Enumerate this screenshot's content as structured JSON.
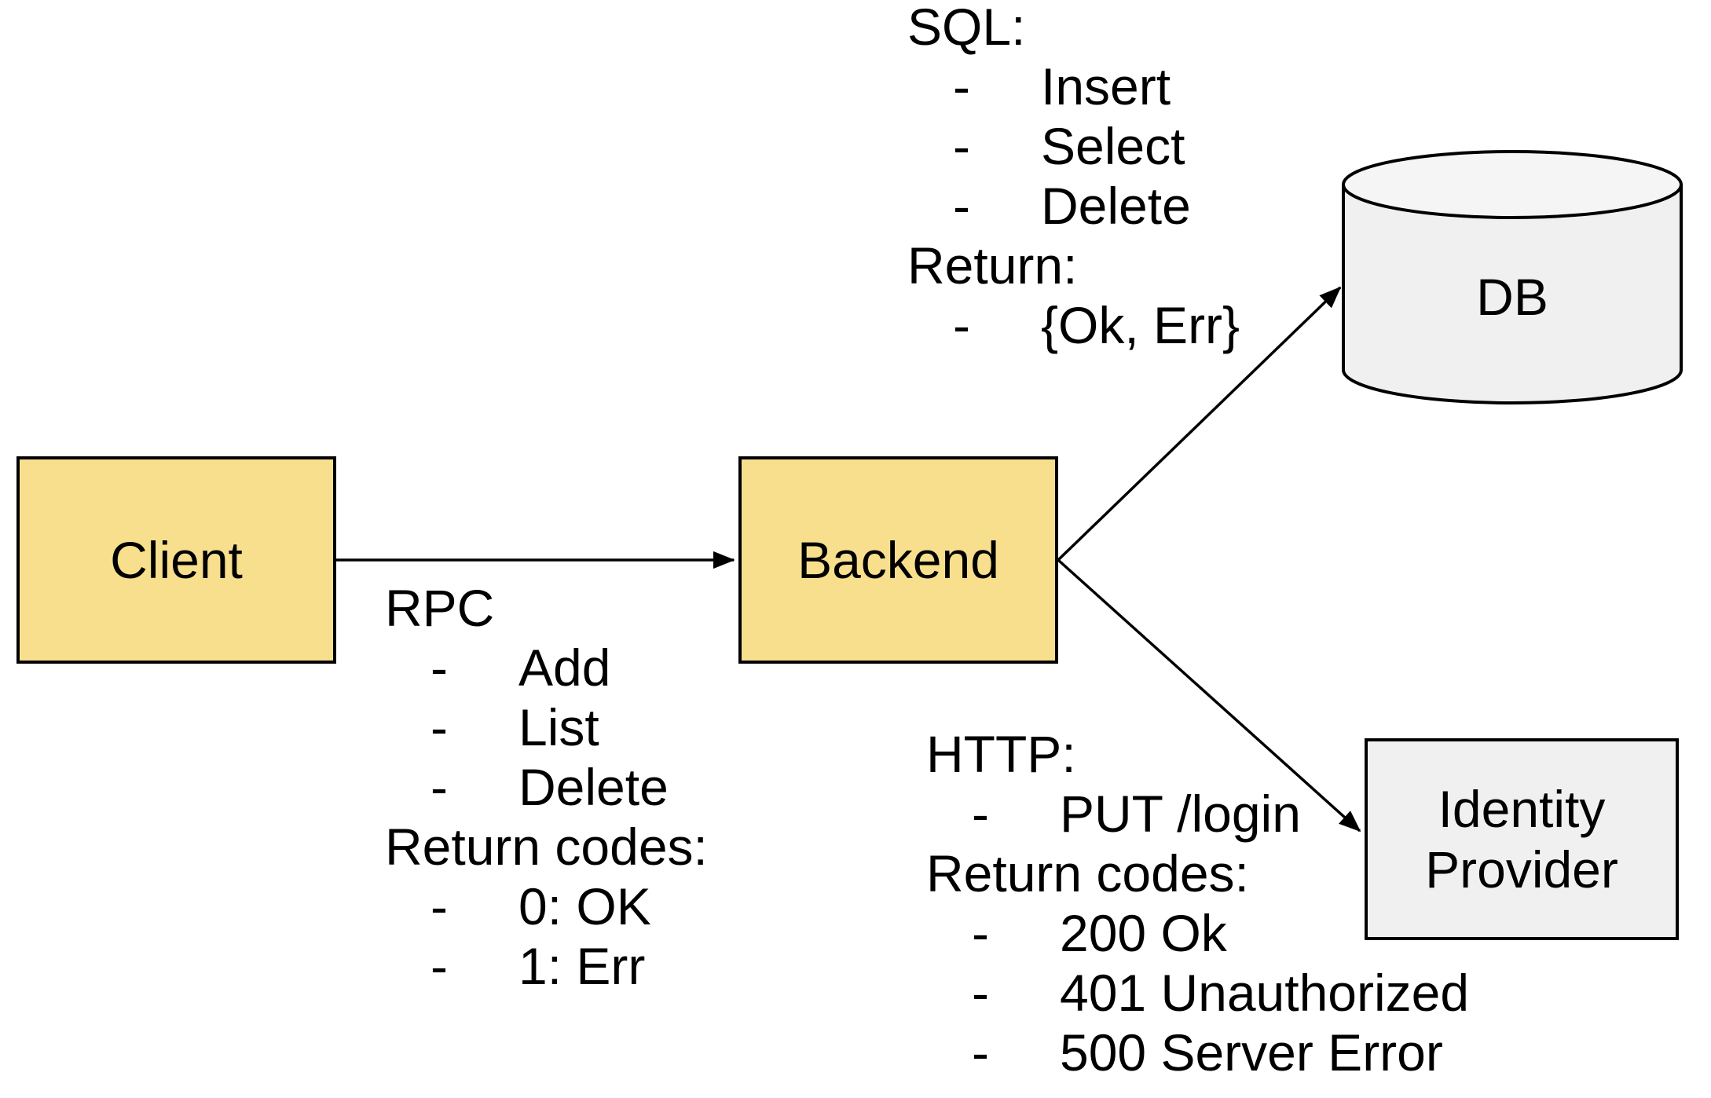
{
  "colors": {
    "background": "#FFFFFF",
    "process_fill": "#F7DF8E",
    "datastore_fill": "#F0F0F0",
    "datastore_top_fill": "#F5F5F5",
    "stroke": "#000000",
    "text": "#000000"
  },
  "bullet_marker": "-",
  "nodes": {
    "client": {
      "label": "Client",
      "type": "process"
    },
    "backend": {
      "label": "Backend",
      "type": "process"
    },
    "db": {
      "label": "DB",
      "type": "datastore"
    },
    "identity_provider": {
      "label": "Identity Provider",
      "line1": "Identity",
      "line2": "Provider",
      "type": "service"
    }
  },
  "edges": [
    {
      "name": "client-to-backend",
      "from": "Client",
      "to": "Backend"
    },
    {
      "name": "backend-to-db",
      "from": "Backend",
      "to": "DB"
    },
    {
      "name": "backend-to-identity-provider",
      "from": "Backend",
      "to": "Identity Provider"
    }
  ],
  "annotations": {
    "sql": {
      "lines": [
        {
          "type": "heading",
          "text": "SQL:"
        },
        {
          "type": "bullet",
          "text": "Insert"
        },
        {
          "type": "bullet",
          "text": "Select"
        },
        {
          "type": "bullet",
          "text": "Delete"
        },
        {
          "type": "heading",
          "text": "Return:"
        },
        {
          "type": "bullet",
          "text": "{Ok, Err}"
        }
      ]
    },
    "rpc": {
      "lines": [
        {
          "type": "heading",
          "text": "RPC"
        },
        {
          "type": "bullet",
          "text": "Add"
        },
        {
          "type": "bullet",
          "text": "List"
        },
        {
          "type": "bullet",
          "text": "Delete"
        },
        {
          "type": "heading",
          "text": "Return codes:"
        },
        {
          "type": "bullet",
          "text": "0: OK"
        },
        {
          "type": "bullet",
          "text": "1: Err"
        }
      ]
    },
    "http": {
      "lines": [
        {
          "type": "heading",
          "text": "HTTP:"
        },
        {
          "type": "bullet",
          "text": "PUT /login"
        },
        {
          "type": "heading",
          "text": "Return codes:"
        },
        {
          "type": "bullet",
          "text": "200 Ok"
        },
        {
          "type": "bullet",
          "text": "401 Unauthorized"
        },
        {
          "type": "bullet",
          "text": "500 Server Error"
        }
      ]
    }
  }
}
